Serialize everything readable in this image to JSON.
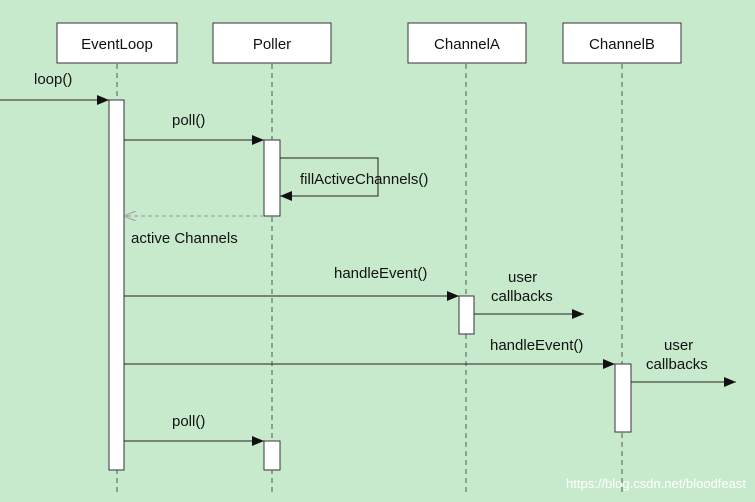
{
  "participants": [
    {
      "id": "eventloop",
      "name": "EventLoop"
    },
    {
      "id": "poller",
      "name": "Poller"
    },
    {
      "id": "channela",
      "name": "ChannelA"
    },
    {
      "id": "channelb",
      "name": "ChannelB"
    }
  ],
  "messages": {
    "loop": "loop()",
    "poll_1": "poll()",
    "fill_active": "fillActiveChannels()",
    "active_channels": "active Channels",
    "handle_event_a": "handleEvent()",
    "user_callbacks_a_line1": "user",
    "user_callbacks_a_line2": "callbacks",
    "handle_event_b": "handleEvent()",
    "user_callbacks_b_line1": "user",
    "user_callbacks_b_line2": "callbacks",
    "poll_2": "poll()"
  },
  "watermark": "https://blog.csdn.net/bloodfeast",
  "colors": {
    "background": "#c8eacc",
    "box_fill": "#ffffff",
    "line": "#222222",
    "dashed_line": "#555555",
    "return_arrow": "#999999"
  }
}
